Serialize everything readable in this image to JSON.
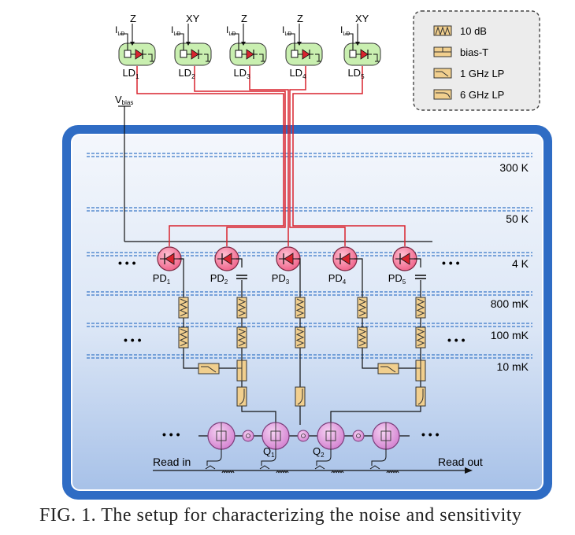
{
  "figure": {
    "caption": "FIG. 1. The setup for characterizing the noise and sensitivity"
  },
  "legend": {
    "items": [
      {
        "label": "10 dB",
        "icon": "attenuator-icon"
      },
      {
        "label": "bias-T",
        "icon": "bias-tee-icon"
      },
      {
        "label": "1 GHz LP",
        "icon": "lowpass-1ghz-icon"
      },
      {
        "label": "6 GHz LP",
        "icon": "lowpass-6ghz-icon"
      }
    ]
  },
  "laser_drivers": [
    {
      "label": "LD",
      "sub": "1",
      "current_label": "I",
      "current_sub": "LD",
      "line": "Z"
    },
    {
      "label": "LD",
      "sub": "2",
      "current_label": "I",
      "current_sub": "LD",
      "line": "XY"
    },
    {
      "label": "LD",
      "sub": "3",
      "current_label": "I",
      "current_sub": "LD",
      "line": "Z"
    },
    {
      "label": "LD",
      "sub": "4",
      "current_label": "I",
      "current_sub": "LD",
      "line": "Z"
    },
    {
      "label": "LD",
      "sub": "5",
      "current_label": "I",
      "current_sub": "LD",
      "line": "XY"
    }
  ],
  "bias": {
    "label": "V",
    "sub": "bias"
  },
  "temperature_stages": [
    "300 K",
    "50 K",
    "4 K",
    "800 mK",
    "100 mK",
    "10 mK"
  ],
  "photodiodes": [
    {
      "label": "PD",
      "sub": "1"
    },
    {
      "label": "PD",
      "sub": "2"
    },
    {
      "label": "PD",
      "sub": "3"
    },
    {
      "label": "PD",
      "sub": "4"
    },
    {
      "label": "PD",
      "sub": "5"
    }
  ],
  "qubits": [
    {
      "label": "Q",
      "sub": "1"
    },
    {
      "label": "Q",
      "sub": "2"
    }
  ],
  "readout": {
    "in_label": "Read in",
    "out_label": "Read out"
  },
  "ellipsis": "• • •",
  "colors": {
    "fridge_border": "#2f6cc4",
    "fridge_fill_top": "#f2f6fc",
    "fridge_fill_bottom": "#a9c3ea",
    "laser_green": "#c9efb0",
    "photodiode_pink": "#f06f93",
    "fiber_red": "#d9232e",
    "qubit_purple": "#d98ad6",
    "component_tan": "#f1cf8e"
  }
}
